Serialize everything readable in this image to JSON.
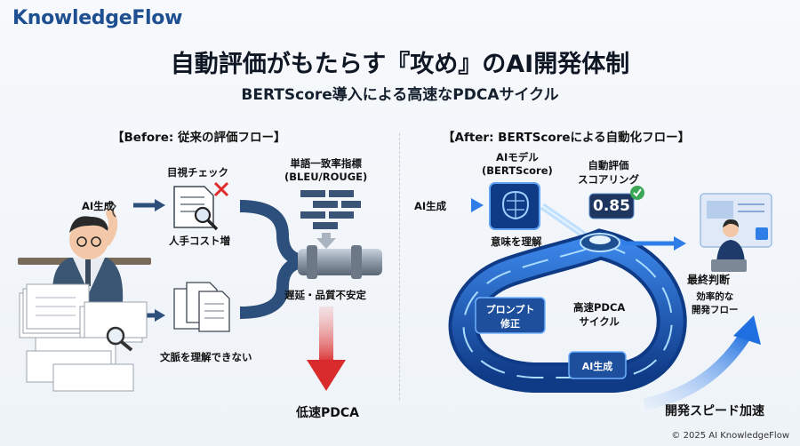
{
  "brand": "KnowledgeFlow",
  "title": "自動評価がもたらす『攻め』のAI開発体制",
  "subtitle": "BERTScore導入による高速なPDCAサイクル",
  "before": {
    "heading": "【Before: 従来の評価フロー】",
    "ai_gen": "AI生成",
    "visual_check": "目視チェック",
    "labor_cost": "人手コスト増",
    "metric": "単語一致率指標\n(BLEU/ROUGE)",
    "cant_understand": "文脈を理解できない",
    "delay": "遅延・品質不安定",
    "slow": "低速PDCA"
  },
  "after": {
    "heading": "【After: BERTScoreによる自動化フロー】",
    "ai_gen": "AI生成",
    "ai_model": "AIモデル\n(BERTScore)",
    "understand": "意味を理解",
    "auto_eval": "自動評価\nスコアリング",
    "score": "0.85",
    "final": "最終判断",
    "efficient": "効率的な\n開発フロー",
    "prompt_fix": "プロンプト\n修正",
    "cycle": "高速PDCA\nサイクル",
    "ai_gen_box": "AI生成",
    "speedup": "開発スピード加速"
  },
  "colors": {
    "brand": "#1d4f91",
    "pipe": "#2d4f7c",
    "red": "#d92b2b",
    "blue": "#2f7ee8",
    "loop": "#1b4fa8"
  },
  "copyright": "© 2025 AI KnowledgeFlow"
}
